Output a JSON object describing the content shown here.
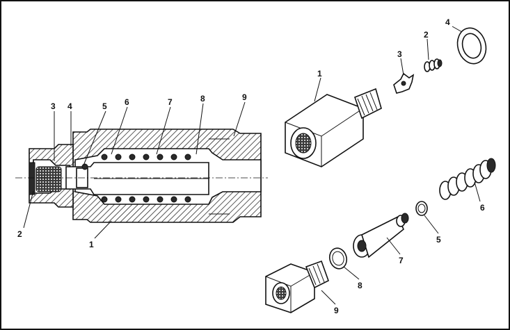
{
  "colors": {
    "ink": "#111111",
    "paper": "#ffffff"
  },
  "section": {
    "labels": [
      "1",
      "2",
      "3",
      "4",
      "5",
      "6",
      "7",
      "8",
      "9"
    ]
  },
  "exploded": {
    "labels": [
      "1",
      "2",
      "3",
      "4",
      "5",
      "6",
      "7",
      "8",
      "9"
    ]
  }
}
